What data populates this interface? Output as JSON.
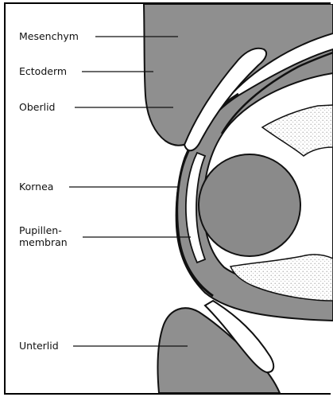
{
  "labels": {
    "mesenchym": "Mesenchym",
    "ectoderm": "Ectoderm",
    "oberlid": "Oberlid",
    "kornea": "Kornea",
    "pupillenmembran": "Pupillen-\nmembran",
    "unterlid": "Unterlid"
  },
  "colors": {
    "mesenchyme_fill": "#8f8f8f",
    "lens_fill": "#8a8a8a",
    "outline": "#111111",
    "stipple": "#9a9a9a"
  }
}
